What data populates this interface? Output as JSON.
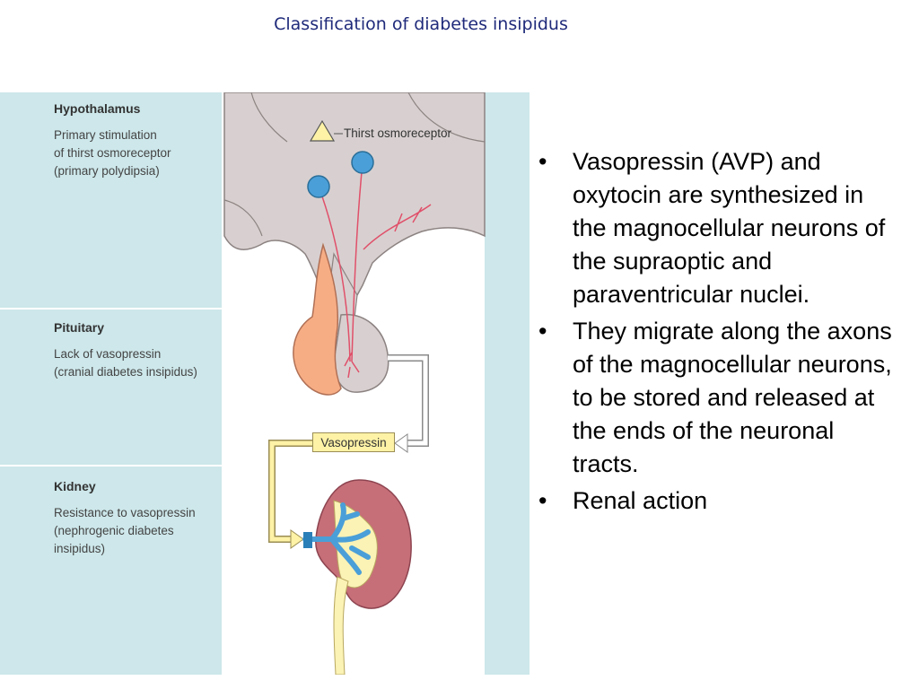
{
  "title": "Classification of diabetes insipidus",
  "figure": {
    "rows": [
      {
        "title": "Hypothalamus",
        "desc": "Primary stimulation\nof thirst osmoreceptor\n(primary polydipsia)"
      },
      {
        "title": "Pituitary",
        "desc": "Lack of vasopressin\n(cranial diabetes insipidus)"
      },
      {
        "title": "Kidney",
        "desc": "Resistance to vasopressin\n(nephrogenic diabetes\ninsipidus)"
      }
    ],
    "thirst_label": "Thirst osmoreceptor",
    "vasopressin_label": "Vasopressin",
    "colors": {
      "panel": "#cde7ea",
      "brain": "#d8d0d0",
      "posterior_pituitary": "#f7ad84",
      "kidney": "#c66f78",
      "vessels": "#4a9fd8",
      "ureter": "#fbf2b5",
      "nerve": "#e0506a"
    }
  },
  "bullets": [
    "Vasopressin (AVP) and oxytocin are synthesized in the magnocellular neurons of the supraoptic and paraventricular nuclei.",
    "They migrate along the axons of the magnocellular neurons, to be stored and released at the ends of the neuronal tracts.",
    "Renal action"
  ],
  "bullet_symbol": "•"
}
